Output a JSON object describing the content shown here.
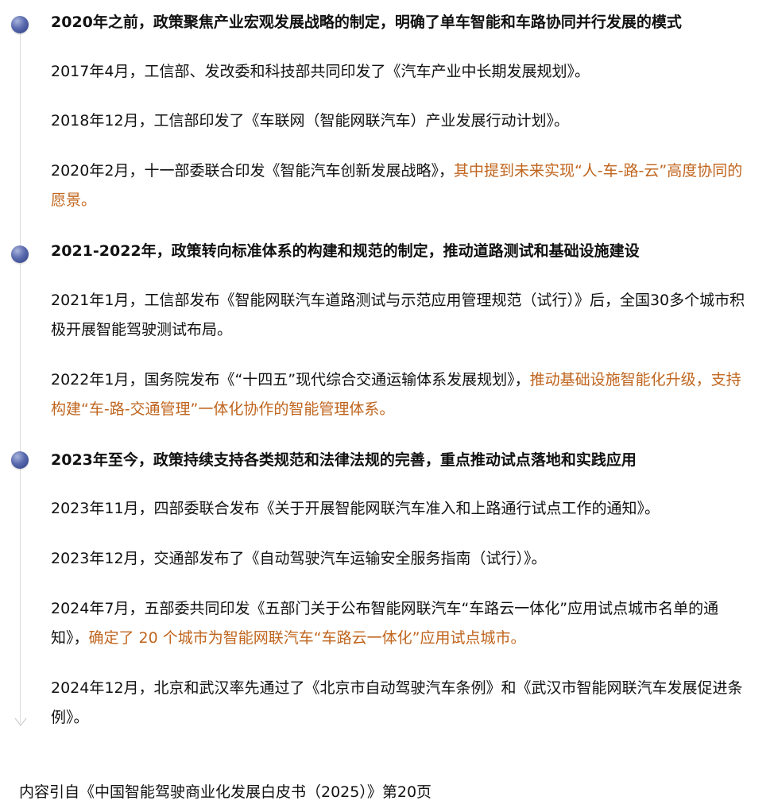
{
  "sections": [
    {
      "heading": "2020年之前，政策聚焦产业宏观发展战略的制定，明确了单车智能和车路协同并行发展的模式",
      "items": [
        {
          "text": "2017年4月，工信部、发改委和科技部共同印发了《汽车产业中长期发展规划》。",
          "highlight": ""
        },
        {
          "text": "2018年12月，工信部印发了《车联网（智能网联汽车）产业发展行动计划》。",
          "highlight": ""
        },
        {
          "text": "2020年2月，十一部委联合印发《智能汽车创新发展战略》，",
          "highlight": "其中提到未来实现“人-车-路-云”高度协同的愿景。"
        }
      ]
    },
    {
      "heading": "2021-2022年，政策转向标准体系的构建和规范的制定，推动道路测试和基础设施建设",
      "items": [
        {
          "text": "2021年1月，工信部发布《智能网联汽车道路测试与示范应用管理规范（试行）》后，全国30多个城市积极开展智能驾驶测试布局。",
          "highlight": ""
        },
        {
          "text": "2022年1月，国务院发布《“十四五”现代综合交通运输体系发展规划》，",
          "highlight": "推动基础设施智能化升级，支持构建“车-路-交通管理”一体化协作的智能管理体系。"
        }
      ]
    },
    {
      "heading": "2023年至今，政策持续支持各类规范和法律法规的完善，重点推动试点落地和实践应用",
      "items": [
        {
          "text": "2023年11月，四部委联合发布《关于开展智能网联汽车准入和上路通行试点工作的通知》。",
          "highlight": ""
        },
        {
          "text": "2023年12月，交通部发布了《自动驾驶汽车运输安全服务指南（试行）》。",
          "highlight": ""
        },
        {
          "text": "2024年7月，五部委共同印发《五部门关于公布智能网联汽车“车路云一体化”应用试点城市名单的通知》，",
          "highlight": "确定了 20 个城市为智能网联汽车“车路云一体化”应用试点城市。"
        },
        {
          "text": "2024年12月，北京和武汉率先通过了《北京市自动驾驶汽车条例》和《武汉市智能网联汽车发展促进条例》。",
          "highlight": ""
        }
      ]
    }
  ],
  "footer": "内容引自《中国智能驾驶商业化发展白皮书（2025）》第20页",
  "colors": {
    "highlight": "#c0651e",
    "dot": "#4a5aa3",
    "text": "#111111",
    "line": "#dddddd"
  }
}
